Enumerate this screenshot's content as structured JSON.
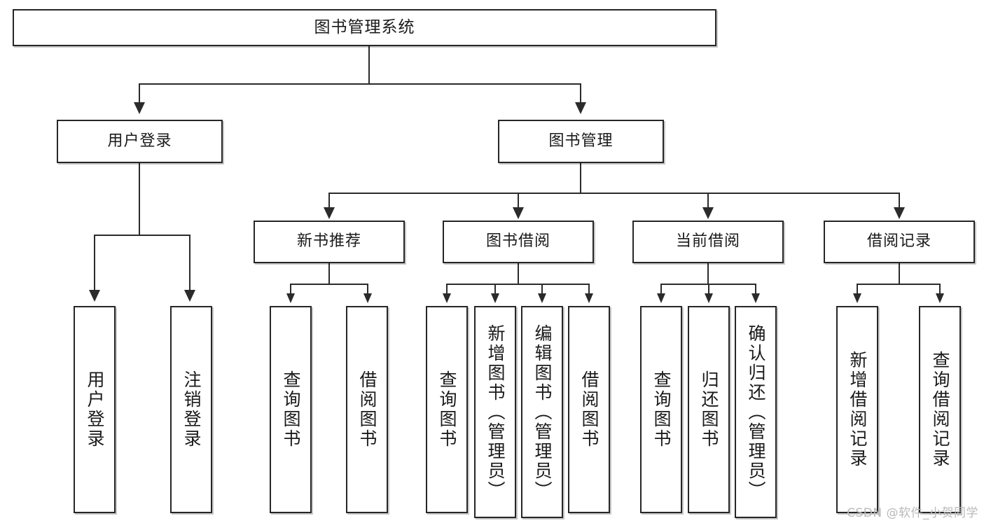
{
  "diagram": {
    "type": "tree",
    "title": "图书管理系统",
    "watermark": "CSDN @软件_小贺同学",
    "colors": {
      "node_border": "#262626",
      "node_fill": "#ffffff",
      "connector": "#2b2b2b",
      "text": "#1a1a1a",
      "watermark": "#b9b9b9"
    },
    "root": {
      "label": "图书管理系统"
    },
    "tier2": [
      {
        "label": "用户登录"
      },
      {
        "label": "图书管理"
      }
    ],
    "tier3": [
      {
        "label": "新书推荐"
      },
      {
        "label": "图书借阅"
      },
      {
        "label": "当前借阅"
      },
      {
        "label": "借阅记录"
      }
    ],
    "leaves": {
      "user_login": [
        {
          "label": "用户登录"
        },
        {
          "label": "注销登录"
        }
      ],
      "new_book": [
        {
          "label": "查询图书"
        },
        {
          "label": "借阅图书"
        }
      ],
      "book_borrow": [
        {
          "label": "查询图书"
        },
        {
          "label": "新增图书（管理员）"
        },
        {
          "label": "编辑图书（管理员）"
        },
        {
          "label": "借阅图书"
        }
      ],
      "current_borrow": [
        {
          "label": "查询图书"
        },
        {
          "label": "归还图书"
        },
        {
          "label": "确认归还（管理员）"
        }
      ],
      "borrow_record": [
        {
          "label": "新增借阅记录"
        },
        {
          "label": "查询借阅记录"
        }
      ]
    }
  }
}
